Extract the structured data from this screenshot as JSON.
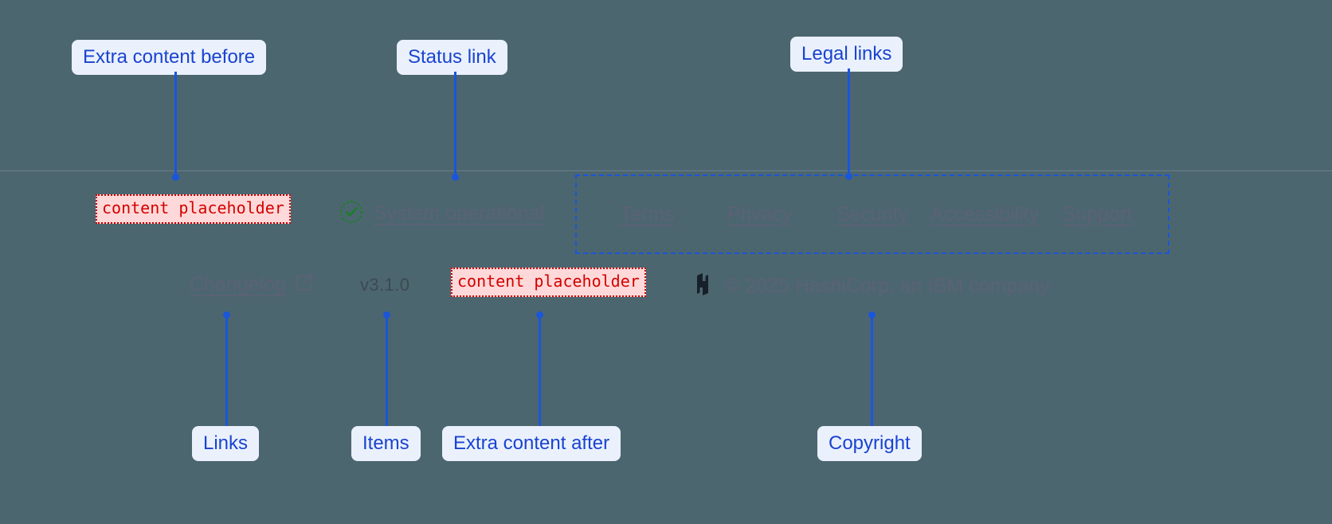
{
  "theme": {
    "background": "#4c6670",
    "divider": "#6b7f8a",
    "annotation_accent": "#1a56db",
    "annotation_chip_bg": "#eaf1fd",
    "annotation_text": "#1a43d0",
    "placeholder_text": "#d40000",
    "placeholder_bg": "#ffd9d9",
    "placeholder_border": "#cc0000",
    "link_text": "#5b6275",
    "status_ok": "#1a7f28"
  },
  "footer": {
    "extra_content_before": {
      "text": "content placeholder"
    },
    "status": {
      "icon": "check-circle-icon",
      "label": "System operational"
    },
    "legal_links": [
      {
        "label": "Terms"
      },
      {
        "label": "Privacy"
      },
      {
        "label": "Security"
      },
      {
        "label": "Accessibility"
      },
      {
        "label": "Support"
      }
    ],
    "links": [
      {
        "label": "Changelog",
        "icon": "external-link-icon"
      }
    ],
    "items": [
      {
        "label": "v3.1.0"
      }
    ],
    "extra_content_after": {
      "text": "content placeholder"
    },
    "copyright": {
      "logo": "hashicorp-logo",
      "text": "© 2025 HashiCorp, an IBM company"
    }
  },
  "annotations": {
    "extra_before": "Extra content before",
    "status_link": "Status link",
    "legal_links": "Legal links",
    "links": "Links",
    "items": "Items",
    "extra_after": "Extra content after",
    "copyright": "Copyright"
  }
}
